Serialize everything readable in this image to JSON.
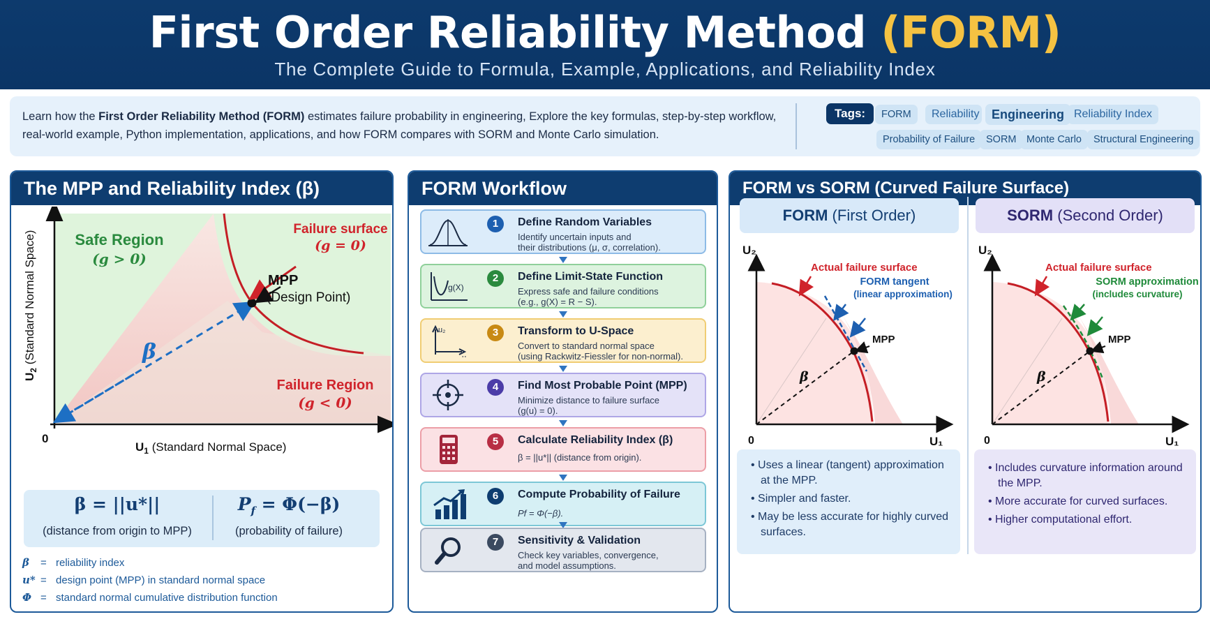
{
  "header": {
    "title_main": "First Order Reliability Method ",
    "title_accent": "(FORM)",
    "subtitle": "The Complete Guide to Formula, Example, Applications, and Reliability Index"
  },
  "intro": {
    "p1": "Learn how the ",
    "p1_bold": "First Order Reliability Method (FORM)",
    "p1_rest": " estimates failure probability in engineering, Explore the key formulas, step-by-step workflow,",
    "p2": "real-world example, Python implementation, applications, and how FORM compares with SORM and Monte Carlo simulation.",
    "tags_label": "Tags:",
    "tags": [
      "FORM",
      "Reliability",
      "Engineering",
      "Reliability Index",
      "Probability of Failure",
      "SORM",
      "Monte Carlo",
      "Structural Engineering"
    ]
  },
  "panel1": {
    "title": "The MPP and Reliability Index (β)",
    "safe_region": "Safe Region",
    "safe_cond": "(g > 0)",
    "failure_surface": "Failure surface",
    "failure_surface_cond": "(g = 0)",
    "mpp": "MPP",
    "mpp_sub": "(Design Point)",
    "beta": "β",
    "failure_region": "Failure Region",
    "failure_cond": "(g < 0)",
    "origin": "0",
    "u1_axis": "U",
    "u1_sub": "1",
    "u1_text": " (Standard Normal Space)",
    "u2_axis": "U",
    "u2_sub": "2",
    "u2_text": " (Standard Normal Space)",
    "formula_beta": "β = ||u*||",
    "formula_beta_desc": "(distance from origin to MPP)",
    "formula_pf": "P",
    "formula_pf_sub": "f",
    "formula_pf_rest": " = Φ(−β)",
    "formula_pf_desc": "(probability of failure)",
    "legend": [
      {
        "sym": "β",
        "eq": "=",
        "desc": "reliability index"
      },
      {
        "sym": "u*",
        "eq": "=",
        "desc": "design point (MPP) in standard normal space"
      },
      {
        "sym": "Φ",
        "eq": "=",
        "desc": "standard normal cumulative distribution function"
      }
    ]
  },
  "panel2": {
    "title": "FORM Workflow",
    "steps": [
      {
        "num": "1",
        "title": "Define Random Variables",
        "desc1": "Identify uncertain inputs and",
        "desc2": "their distributions (μ, σ, correlation).",
        "icon": "bell-curve-icon"
      },
      {
        "num": "2",
        "title": "Define Limit-State Function",
        "desc1": "Express safe and failure conditions",
        "desc2": "(e.g., g(X) = R − S).",
        "icon": "function-plot-icon",
        "icon_label": "g(X)"
      },
      {
        "num": "3",
        "title": "Transform to U-Space",
        "desc1": "Convert to standard normal space",
        "desc2": "(using Rackwitz-Fiessler for non-normal).",
        "icon": "axes-icon",
        "icon_u2": "u₂",
        "icon_u1": "u₁"
      },
      {
        "num": "4",
        "title": "Find Most Probable Point (MPP)",
        "desc1": "Minimize distance to failure surface",
        "desc2": "(g(u) = 0).",
        "icon": "crosshair-icon"
      },
      {
        "num": "5",
        "title": "Calculate Reliability Index (β)",
        "desc1": "β = ||u*|| (distance from origin).",
        "desc2": "",
        "icon": "calculator-icon"
      },
      {
        "num": "6",
        "title": "Compute Probability of Failure",
        "desc1": "Pf = Φ(−β).",
        "desc2": "",
        "icon": "bar-growth-icon"
      },
      {
        "num": "7",
        "title": "Sensitivity & Validation",
        "desc1": "Check key variables, convergence,",
        "desc2": "and model assumptions.",
        "icon": "magnifier-icon"
      }
    ]
  },
  "panel3": {
    "title": "FORM vs SORM (Curved Failure Surface)",
    "form": {
      "head": "FORM",
      "head_lite": " (First Order)",
      "u2": "U₂",
      "u1": "U₁",
      "origin": "0",
      "actual": "Actual failure surface",
      "approx_title": "FORM tangent",
      "approx_sub": "(linear approximation)",
      "mpp": "MPP",
      "beta": "β",
      "bullets": [
        "Uses a linear (tangent) approximation at the MPP.",
        "Simpler and faster.",
        "May be less accurate for highly curved surfaces."
      ]
    },
    "sorm": {
      "head": "SORM",
      "head_lite": " (Second Order)",
      "u2": "U₂",
      "u1": "U₁",
      "origin": "0",
      "actual": "Actual failure surface",
      "approx_title": "SORM approximation",
      "approx_sub": "(includes curvature)",
      "mpp": "MPP",
      "beta": "β",
      "bullets": [
        "Includes curvature information around the MPP.",
        "More accurate for curved surfaces.",
        "Higher computational effort."
      ]
    }
  },
  "colors": {
    "navy": "#0e3d70",
    "accent_gold": "#f5c242",
    "safe_green": "#2a8a3e",
    "failure_red": "#d0232b",
    "beta_blue": "#1d6fc4",
    "sorm_green": "#1f8a3a"
  }
}
